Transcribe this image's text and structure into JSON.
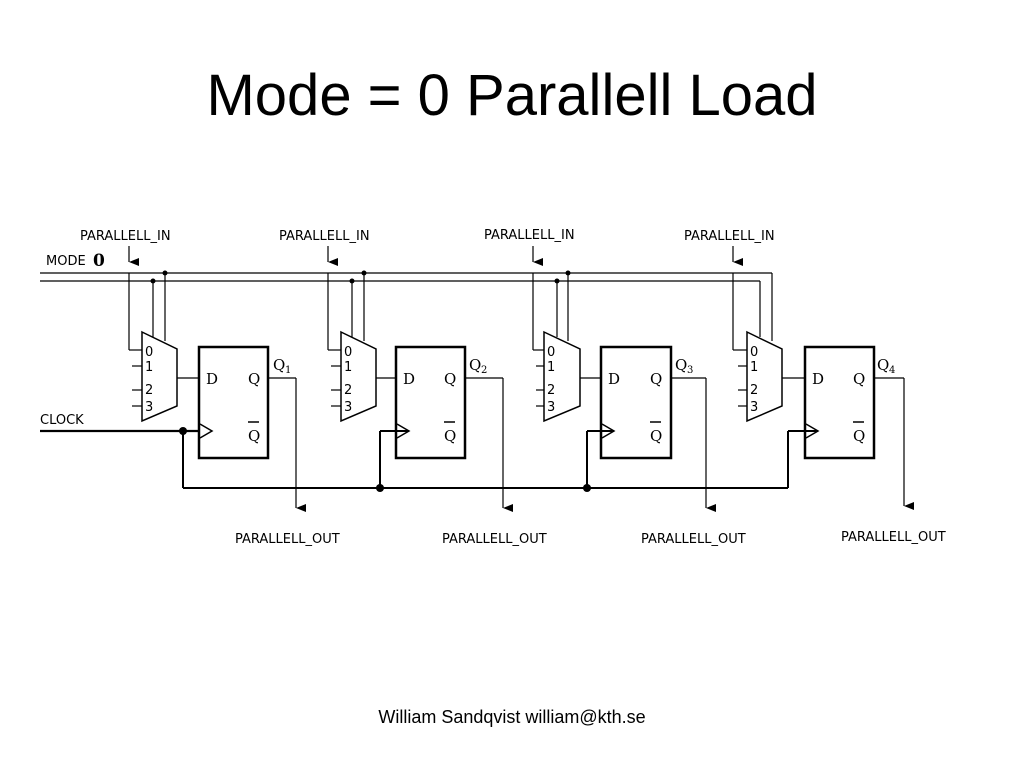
{
  "title": "Mode = 0 Parallell Load",
  "footer": "William Sandqvist  william@kth.se",
  "diagram": {
    "mode_label": "MODE",
    "mode_value": "0",
    "clock_label": "CLOCK",
    "parallel_in_label": "PARALLELL_IN",
    "parallel_out_label": "PARALLELL_OUT",
    "mux_inputs": [
      "0",
      "1",
      "2",
      "3"
    ],
    "ff_d": "D",
    "ff_q": "Q",
    "ff_qbar": "Q",
    "stages": [
      {
        "q_label": "Q",
        "q_index": "1"
      },
      {
        "q_label": "Q",
        "q_index": "2"
      },
      {
        "q_label": "Q",
        "q_index": "3"
      },
      {
        "q_label": "Q",
        "q_index": "4"
      }
    ]
  }
}
